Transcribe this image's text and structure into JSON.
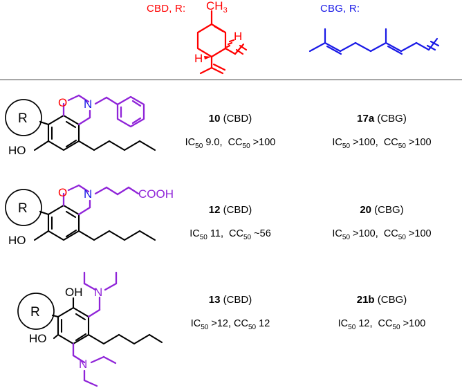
{
  "header": {
    "cbd_label": "CBD, R:",
    "cbg_label": "CBG, R:",
    "cbd_color": "#ff0000",
    "cbg_color": "#1919e6",
    "cbd_structure_name": "cbd-terpene-residue",
    "cbg_structure_name": "cbg-geranyl-residue",
    "cbd_atom_labels": [
      "CH",
      "3",
      "H",
      "H"
    ],
    "cbg_atom_labels": []
  },
  "rows": [
    {
      "structure_name": "benzoxazine-n-benzyl",
      "structure_atom_labels": [
        "R",
        "O",
        "N",
        "HO"
      ],
      "cbd": {
        "compound_number": "10",
        "series": "(CBD)",
        "ic50_label": "IC",
        "ic50_sub": "50",
        "ic50_value": "9.0,",
        "cc50_label": "CC",
        "cc50_sub": "50",
        "cc50_value": ">100"
      },
      "cbg": {
        "compound_number": "17a",
        "series": "(CBG)",
        "ic50_label": "IC",
        "ic50_sub": "50",
        "ic50_value": ">100,",
        "cc50_label": "CC",
        "cc50_sub": "50",
        "cc50_value": ">100"
      }
    },
    {
      "structure_name": "benzoxazine-n-butanoic-acid",
      "structure_atom_labels": [
        "R",
        "O",
        "N",
        "COOH",
        "HO"
      ],
      "cbd": {
        "compound_number": "12",
        "series": "(CBD)",
        "ic50_label": "IC",
        "ic50_sub": "50",
        "ic50_value": "11,",
        "cc50_label": "CC",
        "cc50_sub": "50",
        "cc50_value": "~56"
      },
      "cbg": {
        "compound_number": "20",
        "series": "(CBG)",
        "ic50_label": "IC",
        "ic50_sub": "50",
        "ic50_value": ">100,",
        "cc50_label": "CC",
        "cc50_sub": "50",
        "cc50_value": ">100"
      }
    },
    {
      "structure_name": "bis-mannich-diethylaminomethyl-resorcinol",
      "structure_atom_labels": [
        "R",
        "OH",
        "HO",
        "N",
        "N"
      ],
      "cbd": {
        "compound_number": "13",
        "series": "(CBD)",
        "ic50_label": "IC",
        "ic50_sub": "50",
        "ic50_value": ">12,",
        "cc50_label": "CC",
        "cc50_sub": "50",
        "cc50_value": "12"
      },
      "cbg": {
        "compound_number": "21b",
        "series": "(CBG)",
        "ic50_label": "IC",
        "ic50_sub": "50",
        "ic50_value": "12,",
        "cc50_label": "CC",
        "cc50_sub": "50",
        "cc50_value": ">100"
      }
    }
  ],
  "colors": {
    "red": "#ff0000",
    "blue": "#1919e6",
    "purple": "#8f23d8",
    "black": "#000000",
    "rule": "#3a3a3a"
  }
}
